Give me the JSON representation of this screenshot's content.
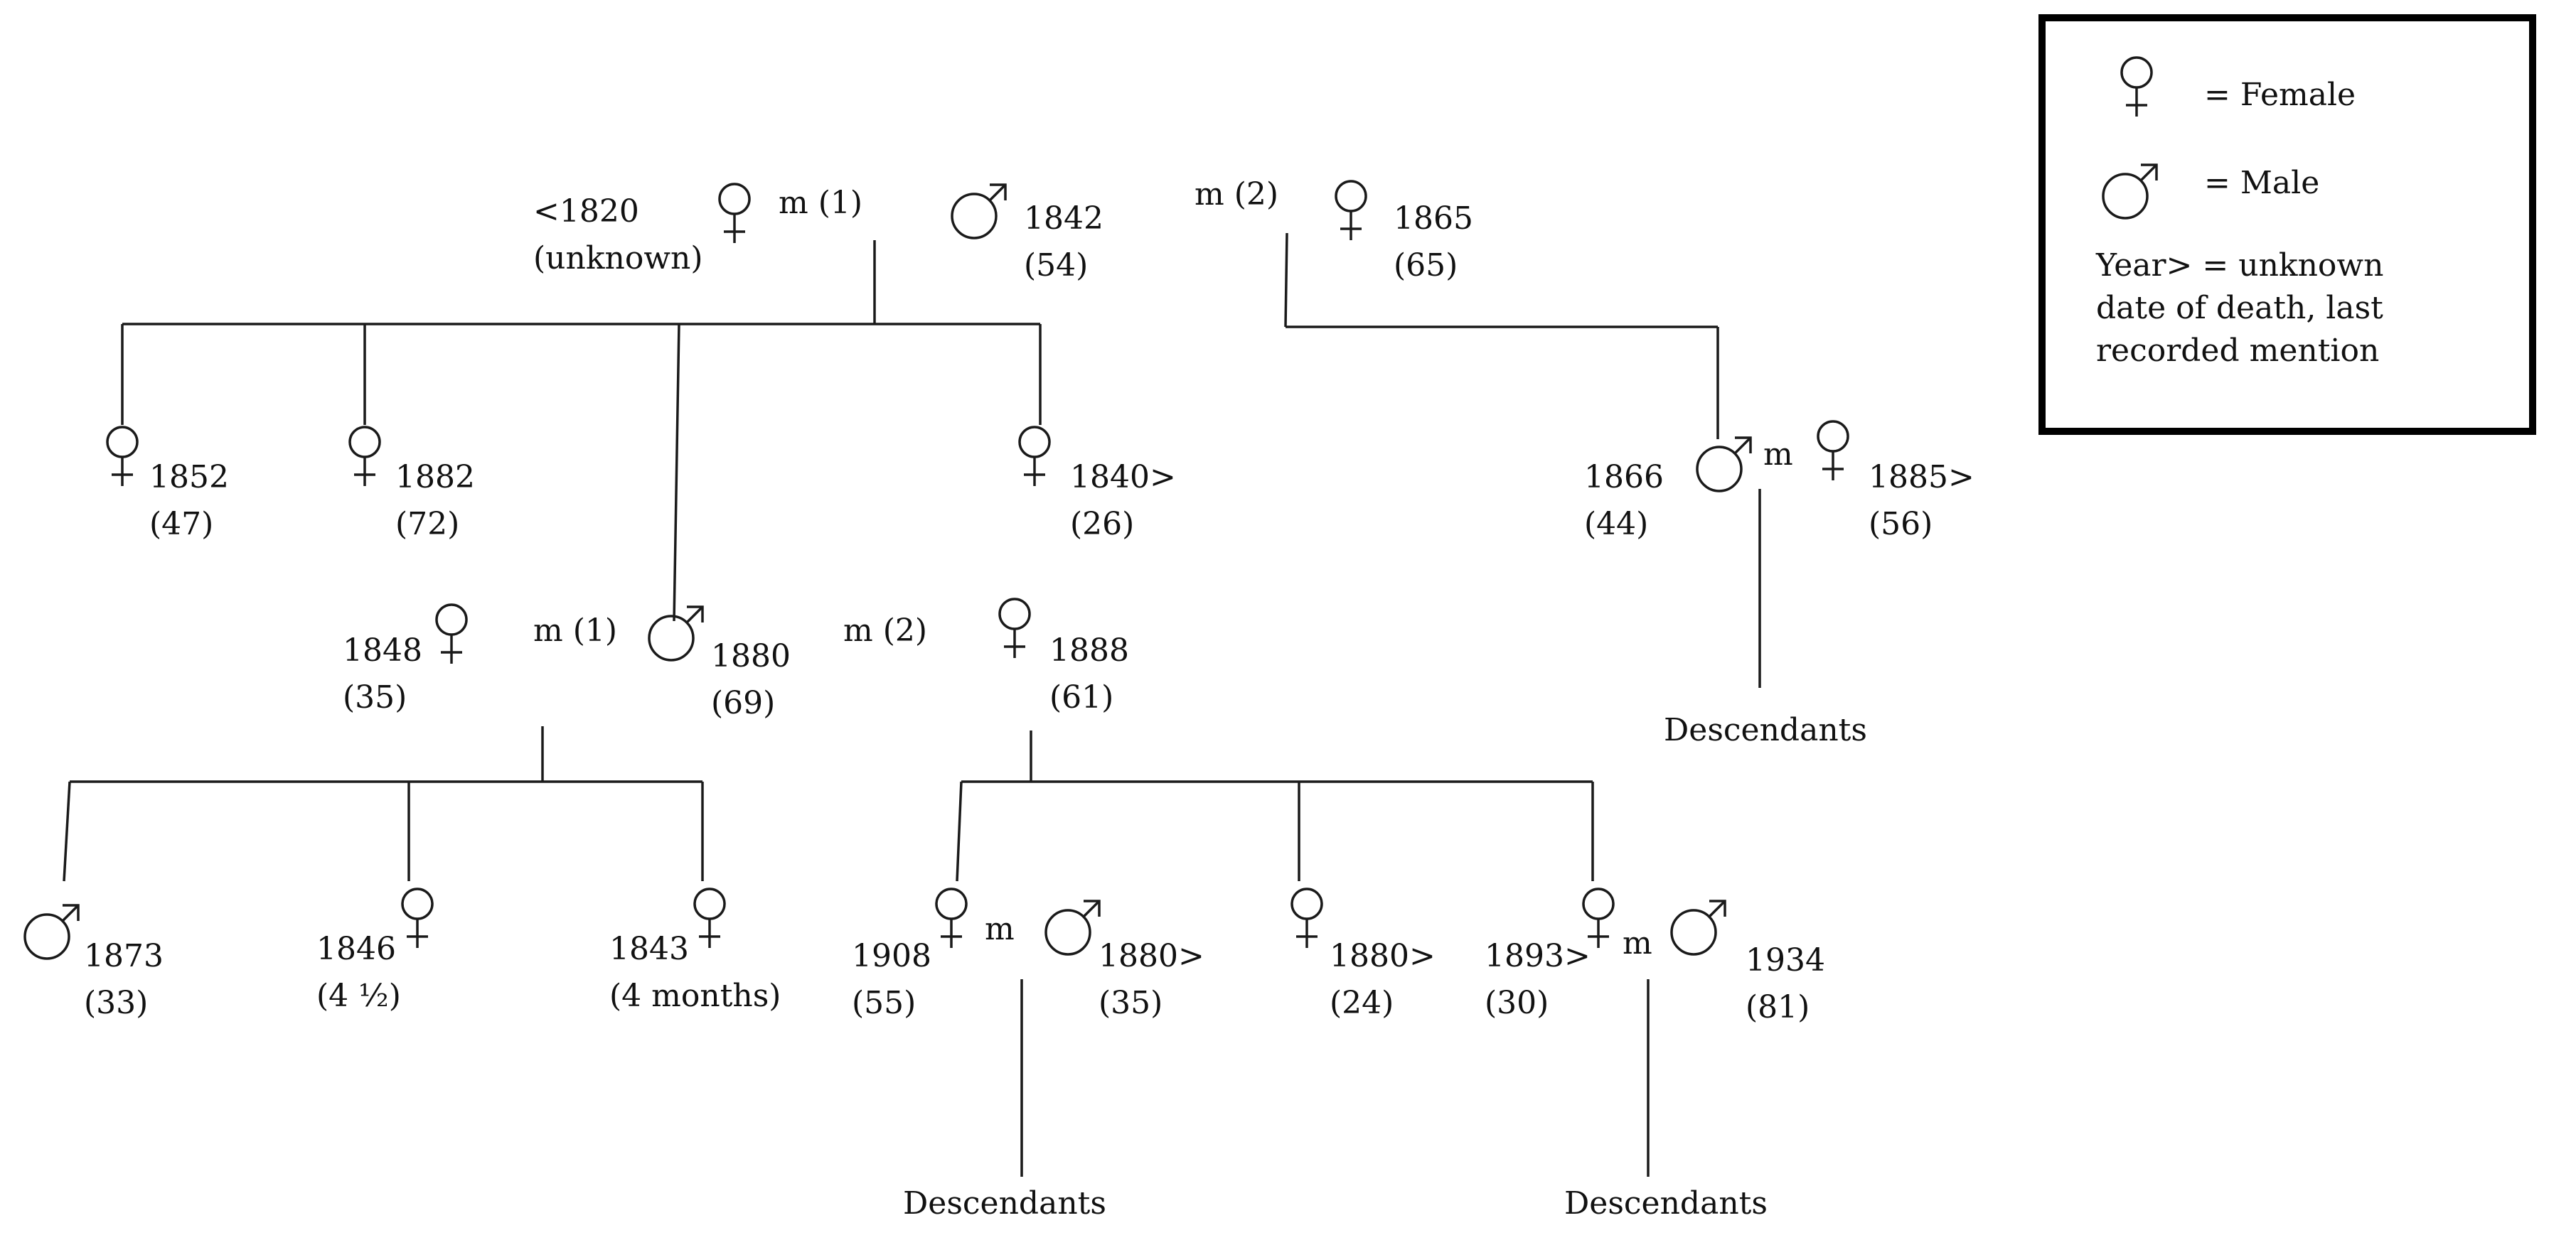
{
  "legend": {
    "female_label": "= Female",
    "male_label": "= Male",
    "note_line1": "Year> = unknown",
    "note_line2": "date of death, last",
    "note_line3": "recorded mention"
  },
  "people": {
    "root_wife1": {
      "sex": "female",
      "year": "<1820",
      "age": "(unknown)"
    },
    "root_husband": {
      "sex": "male",
      "year": "1842",
      "age": "(54)"
    },
    "root_wife2": {
      "sex": "female",
      "year": "1865",
      "age": "(65)"
    },
    "c_1852": {
      "sex": "female",
      "year": "1852",
      "age": "(47)"
    },
    "c_1882": {
      "sex": "female",
      "year": "1882",
      "age": "(72)"
    },
    "c_1840": {
      "sex": "female",
      "year": "1840>",
      "age": "(26)"
    },
    "c_1866": {
      "sex": "male",
      "year": "1866",
      "age": "(44)"
    },
    "c_1866_spouse": {
      "sex": "female",
      "year": "1885>",
      "age": "(56)"
    },
    "m_wife1": {
      "sex": "female",
      "year": "1848",
      "age": "(35)"
    },
    "m_husband": {
      "sex": "male",
      "year": "1880",
      "age": "(69)"
    },
    "m_wife2": {
      "sex": "female",
      "year": "1888",
      "age": "(61)"
    },
    "g_1873": {
      "sex": "male",
      "year": "1873",
      "age": "(33)"
    },
    "g_1846": {
      "sex": "female",
      "year": "1846",
      "age": "(4 ½)"
    },
    "g_1843": {
      "sex": "female",
      "year": "1843",
      "age": "(4 months)"
    },
    "g_1908": {
      "sex": "female",
      "year": "1908",
      "age": "(55)"
    },
    "g_1908_spouse": {
      "sex": "male",
      "year": "1880>",
      "age": "(35)"
    },
    "g_1880f": {
      "sex": "female",
      "year": "1880>",
      "age": "(24)"
    },
    "g_1893": {
      "sex": "female",
      "year": "1893>",
      "age": "(30)"
    },
    "g_1893_spouse": {
      "sex": "male",
      "year": "1934",
      "age": "(81)"
    }
  },
  "marriage_labels": {
    "root_m1": "m (1)",
    "root_m2": "m (2)",
    "c1866_m": "m",
    "mid_m1": "m (1)",
    "mid_m2": "m (2)",
    "g1908_m": "m",
    "g1893_m": "m"
  },
  "descendants": {
    "d1": "Descendants",
    "d2": "Descendants",
    "d3": "Descendants"
  }
}
